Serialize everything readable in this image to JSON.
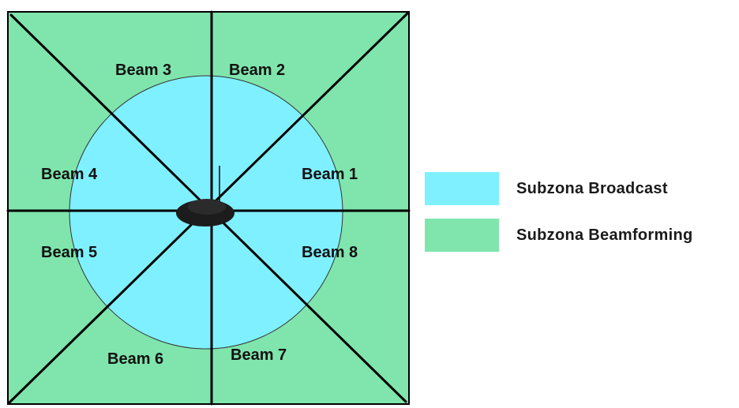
{
  "colors": {
    "beamforming_zone": "#7fe5ad",
    "broadcast_zone": "#7ff0ff",
    "lines": "#000000",
    "antenna": "#1c1c1c"
  },
  "beams": [
    {
      "id": 1,
      "label": "Beam 1"
    },
    {
      "id": 2,
      "label": "Beam 2"
    },
    {
      "id": 3,
      "label": "Beam 3"
    },
    {
      "id": 4,
      "label": "Beam 4"
    },
    {
      "id": 5,
      "label": "Beam 5"
    },
    {
      "id": 6,
      "label": "Beam 6"
    },
    {
      "id": 7,
      "label": "Beam 7"
    },
    {
      "id": 8,
      "label": "Beam 8"
    }
  ],
  "legend": {
    "items": [
      {
        "label": "Subzona Broadcast",
        "color": "#7ff0ff"
      },
      {
        "label": "Subzona Beamforming",
        "color": "#7fe5ad"
      }
    ]
  }
}
